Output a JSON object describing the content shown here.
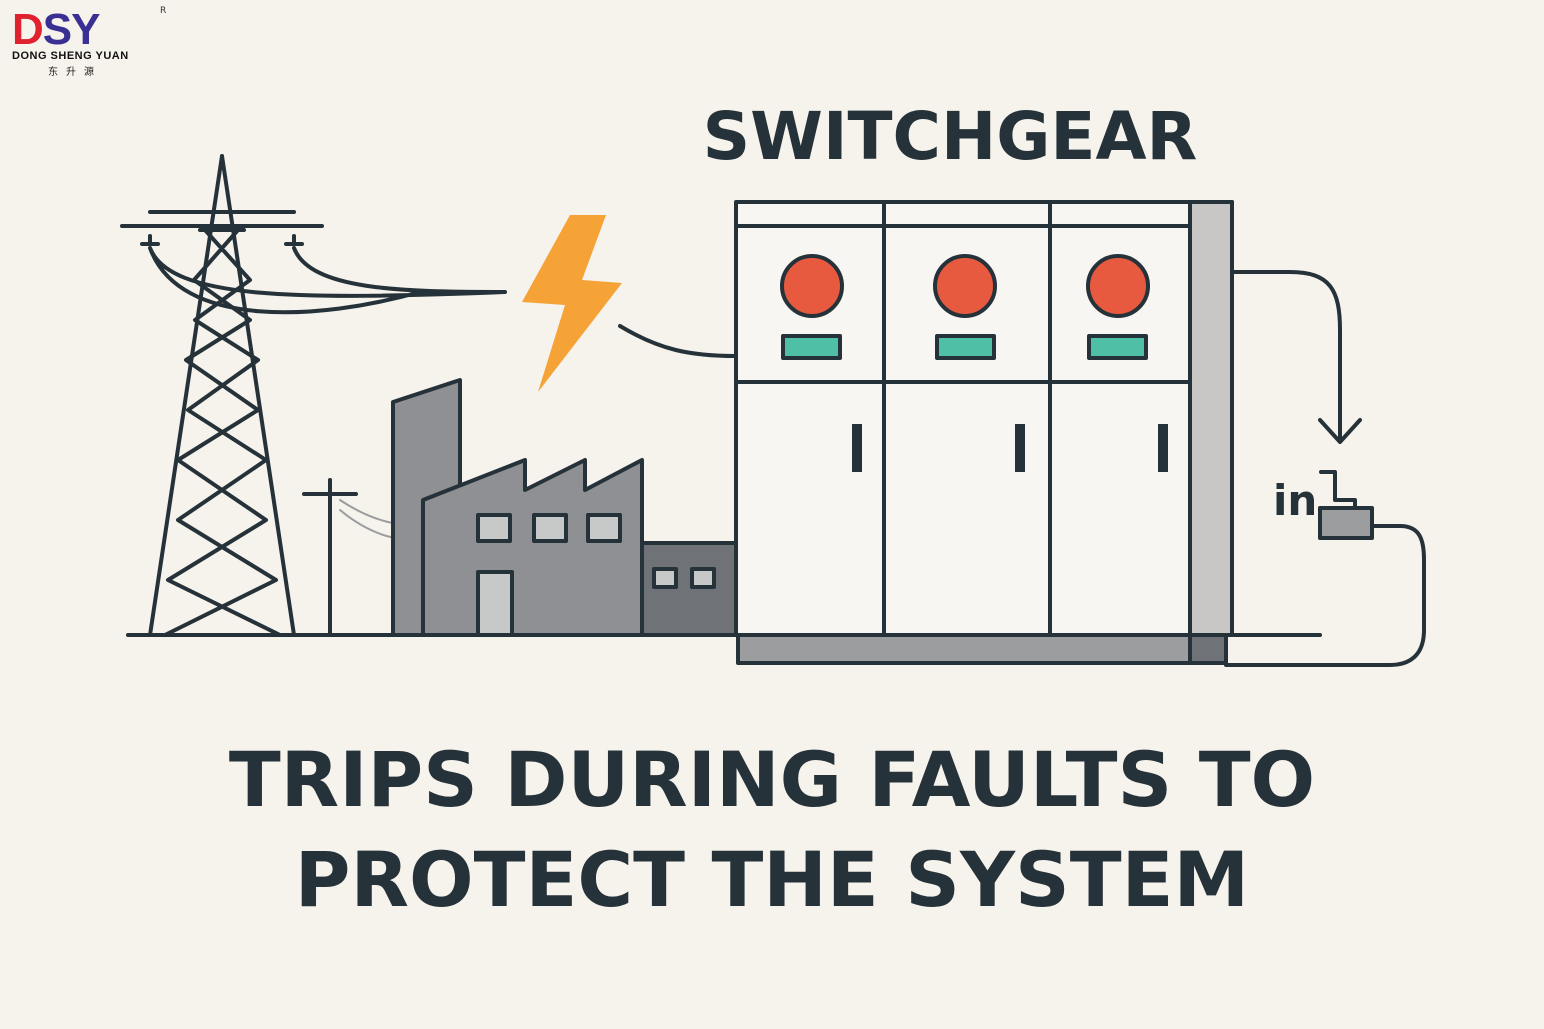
{
  "logo": {
    "brand": "DSY",
    "brand_prefix": "D",
    "brand_rest": "SY",
    "subtitle": "DONG SHENG YUAN",
    "chinese": "东升源",
    "registered": "R"
  },
  "heading": "SWITCHGEAR",
  "caption_line1": "TRIPS DURING FAULTS TO",
  "caption_line2": "PROTECT THE SYSTEM",
  "label_in": "in",
  "colors": {
    "background": "#f6f2ec",
    "ink": "#263239",
    "indicator": "#e85a40",
    "display": "#4fbfa5",
    "bolt": "#f5a236",
    "factory": "#8e9093"
  }
}
